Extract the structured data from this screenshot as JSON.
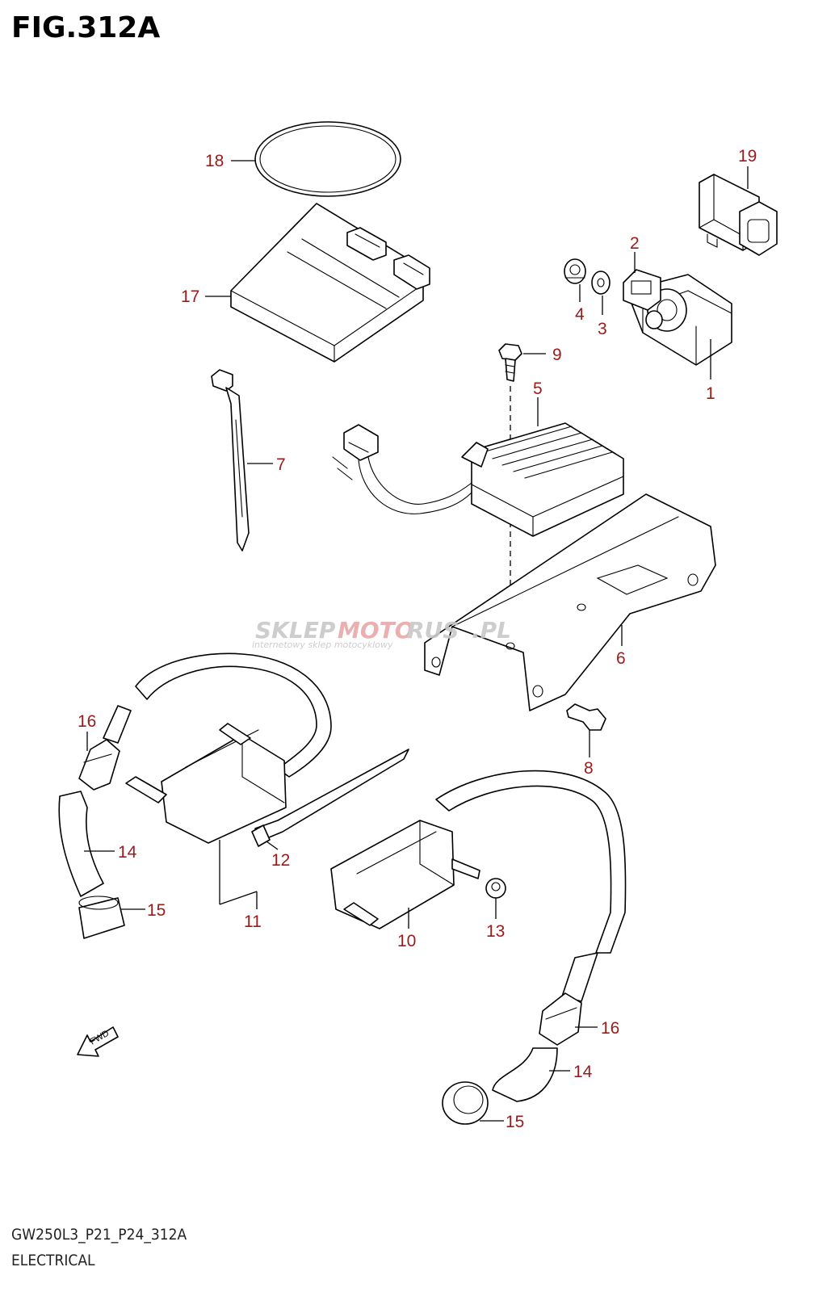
{
  "figure": {
    "title": "FIG.312A",
    "model_code": "GW250L3_P21_P24_312A",
    "section": "ELECTRICAL",
    "fwd_label": "FWD"
  },
  "watermark": {
    "brand_a": "SKLEP",
    "brand_b": "MOTO",
    "brand_c": "RUS",
    "brand_d": ".PL",
    "tagline": "internetowy sklep motocyklowy"
  },
  "callouts": {
    "c1": "1",
    "c2": "2",
    "c3": "3",
    "c4": "4",
    "c5": "5",
    "c6": "6",
    "c7": "7",
    "c8": "8",
    "c9": "9",
    "c10": "10",
    "c11": "11",
    "c12": "12",
    "c13": "13",
    "c14a": "14",
    "c14b": "14",
    "c15a": "15",
    "c15b": "15",
    "c16a": "16",
    "c16b": "16",
    "c17": "17",
    "c18": "18",
    "c19": "19"
  },
  "colors": {
    "callout": "#9b1b1b",
    "line": "#000000",
    "watermark_gray": "#c8c8c8",
    "watermark_red": "#e8a7a7"
  }
}
